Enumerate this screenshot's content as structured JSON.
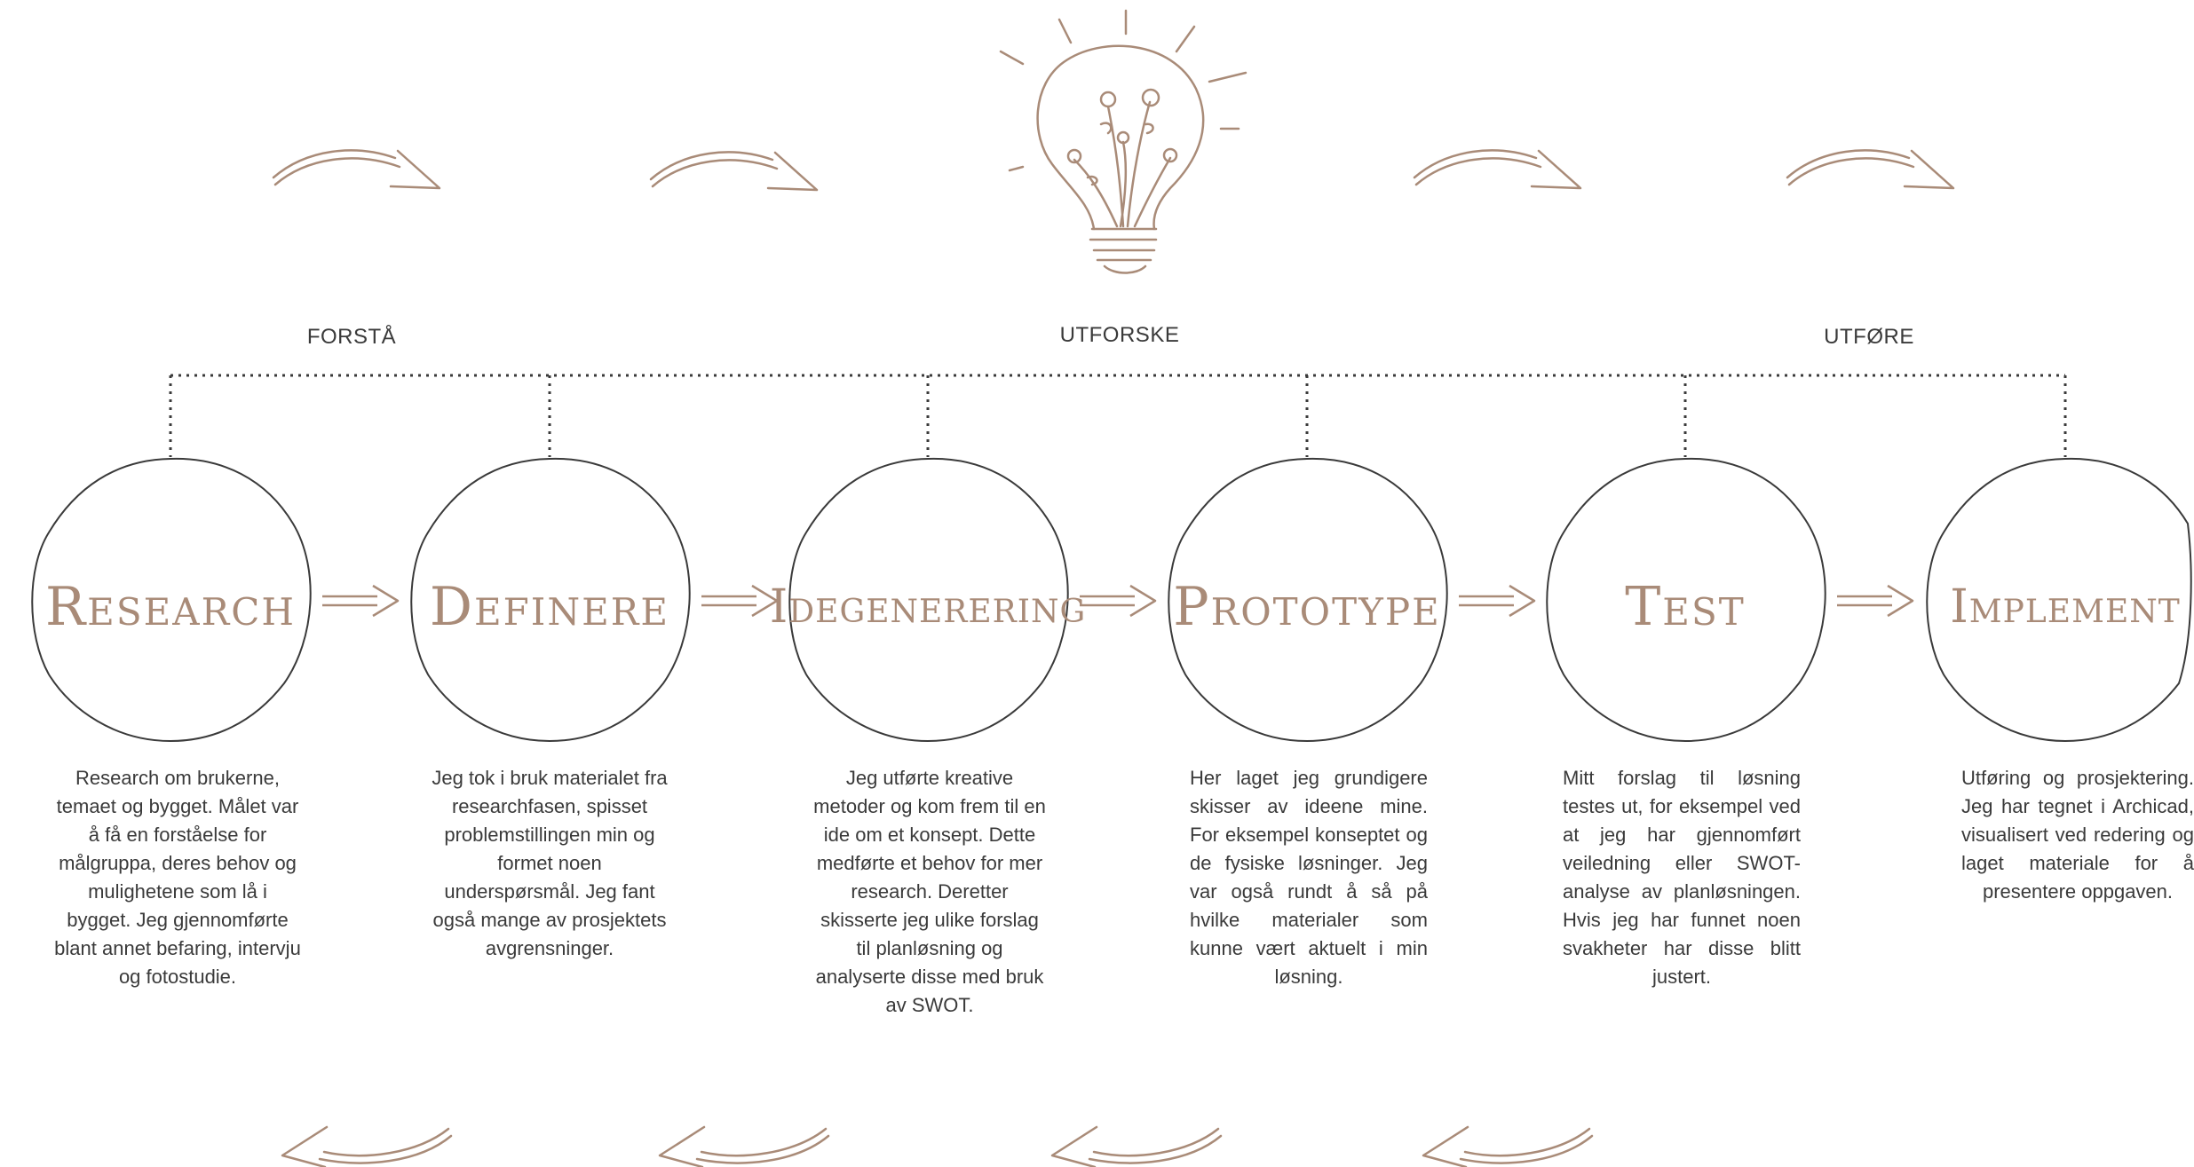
{
  "phases": [
    {
      "label": "FORSTÅ"
    },
    {
      "label": "UTFORSKE"
    },
    {
      "label": "UTFØRE"
    }
  ],
  "steps": [
    {
      "title": "Research",
      "description": "Research om brukerne, temaet og bygget. Målet var å få en forståelse for målgruppa, deres behov og mulighetene som lå i bygget. Jeg gjennomførte blant annet befaring, intervju og fotostudie."
    },
    {
      "title": "Definere",
      "description": "Jeg tok i bruk materialet fra researchfasen, spisset problemstillingen min og formet noen underspørsmål. Jeg fant også mange av prosjektets avgrensninger."
    },
    {
      "title": "Idegenerering",
      "description": "Jeg utførte kreative metoder og kom frem til en ide om et konsept. Dette medførte et behov for mer research. Deretter skisserte jeg ulike forslag til planløsning og analyserte disse med bruk av SWOT."
    },
    {
      "title": "Prototype",
      "description": "Her laget jeg grundigere skisser av ideene mine. For eksempel konseptet og de fysiske løsninger. Jeg var også rundt å så på hvilke materialer som kunne vært aktuelt i min løsning."
    },
    {
      "title": "Test",
      "description": "Mitt forslag til løsning testes ut, for eksempel ved at jeg har gjennomført veiledning eller SWOT-analyse av planløsningen. Hvis jeg har funnet noen svakheter har disse blitt justert."
    },
    {
      "title": "Implement",
      "description": "Utføring og prosjektering. Jeg har tegnet i Archicad, visualisert ved redering og laget materiale for å presentere oppgaven."
    }
  ],
  "icons": {
    "bulb": "lightbulb-with-flowers-icon",
    "arrow_forward": "curved-arrow-right-icon",
    "arrow_back": "curved-arrow-left-icon",
    "arrow_between": "straight-arrow-right-icon"
  },
  "colors": {
    "accent": "#a98b78",
    "line": "#3a3a3a",
    "text": "#3a3a3a"
  }
}
